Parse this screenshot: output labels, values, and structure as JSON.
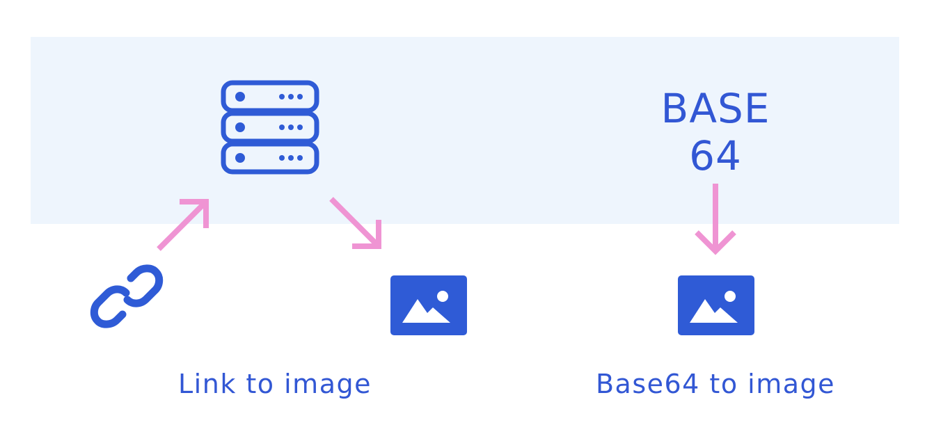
{
  "colors": {
    "icon_blue": "#2f5bd6",
    "text_blue": "#3257d4",
    "arrow_pink": "#ef94d3",
    "band_bg": "#eef5fd"
  },
  "base64_label": {
    "line1": "BASE",
    "line2": "64"
  },
  "captions": {
    "link": "Link to image",
    "base64": "Base64 to image"
  },
  "icons": {
    "server": "server-icon",
    "link": "link-icon",
    "image_link": "image-icon",
    "image_base64": "image-icon"
  }
}
